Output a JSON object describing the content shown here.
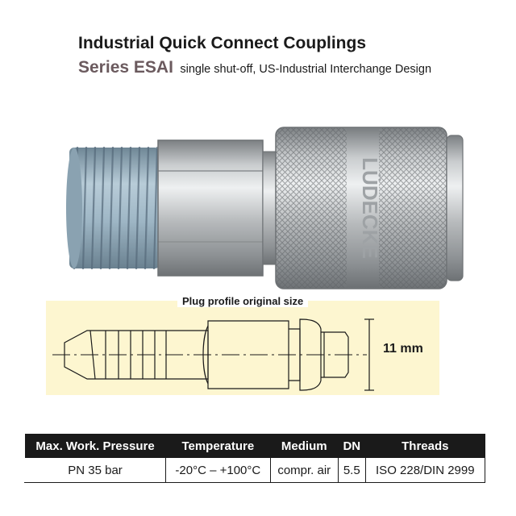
{
  "header": {
    "title": "Industrial Quick Connect Couplings",
    "series": "Series ESAI",
    "description": "single shut-off, US-Industrial Interchange Design"
  },
  "product_image": {
    "engraving": "LÜDECKE"
  },
  "profile": {
    "label": "Plug profile original size",
    "dimension": "11 mm"
  },
  "spec_table": {
    "headers": [
      "Max. Work. Pressure",
      "Temperature",
      "Medium",
      "DN",
      "Threads"
    ],
    "rows": [
      [
        "PN 35 bar",
        "-20°C – +100°C",
        "compr. air",
        "5.5",
        "ISO 228/DIN 2999"
      ]
    ]
  },
  "colors": {
    "series_text": "#6b5a5e",
    "profile_background": "#fdf6d0",
    "table_header": "#1a1a1a",
    "thread_blue": "#9fb7c6",
    "steel": "#c9ccce"
  }
}
